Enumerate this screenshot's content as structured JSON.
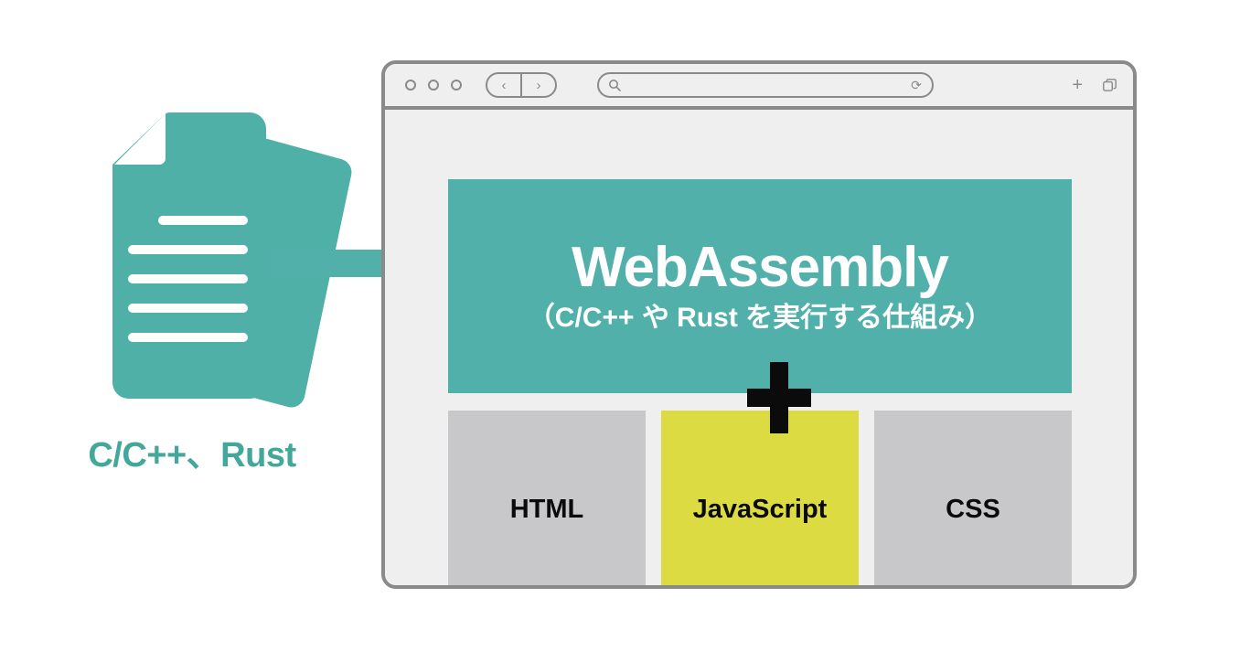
{
  "diagram": {
    "title": "WebAssembly concept diagram",
    "source": {
      "icon": "documents-stack-icon",
      "label": "C/C++、Rust",
      "color": "#43a79a"
    },
    "arrow": {
      "icon": "arrow-right-icon",
      "color": "#51b0aa"
    },
    "browser": {
      "window_controls": [
        "dot-1",
        "dot-2",
        "dot-3"
      ],
      "nav": {
        "back_icon": "chevron-left-icon",
        "back_label": "‹",
        "forward_icon": "chevron-right-icon",
        "forward_label": "›"
      },
      "address_bar": {
        "search_icon": "search-icon",
        "value": "",
        "placeholder": "",
        "reload_icon": "reload-icon",
        "reload_label": "⟳"
      },
      "toolbar_right": {
        "new_tab_icon": "plus-icon",
        "new_tab_label": "+",
        "tabs_overview_icon": "tabs-overview-icon"
      }
    },
    "banner": {
      "title": "WebAssembly",
      "subtitle": "（C/C++ や Rust を実行する仕組み）",
      "background": "#51b0aa",
      "text_color": "#ffffff"
    },
    "operator": {
      "icon": "plus-sign-icon",
      "label": "+",
      "color": "#0b0b0b"
    },
    "tech_boxes": [
      {
        "label": "HTML",
        "background": "#c8c8ca",
        "text_color": "#0b0b0b"
      },
      {
        "label": "JavaScript",
        "background": "#dcdc42",
        "text_color": "#0b0b0b"
      },
      {
        "label": "CSS",
        "background": "#c8c8ca",
        "text_color": "#0b0b0b"
      }
    ]
  }
}
